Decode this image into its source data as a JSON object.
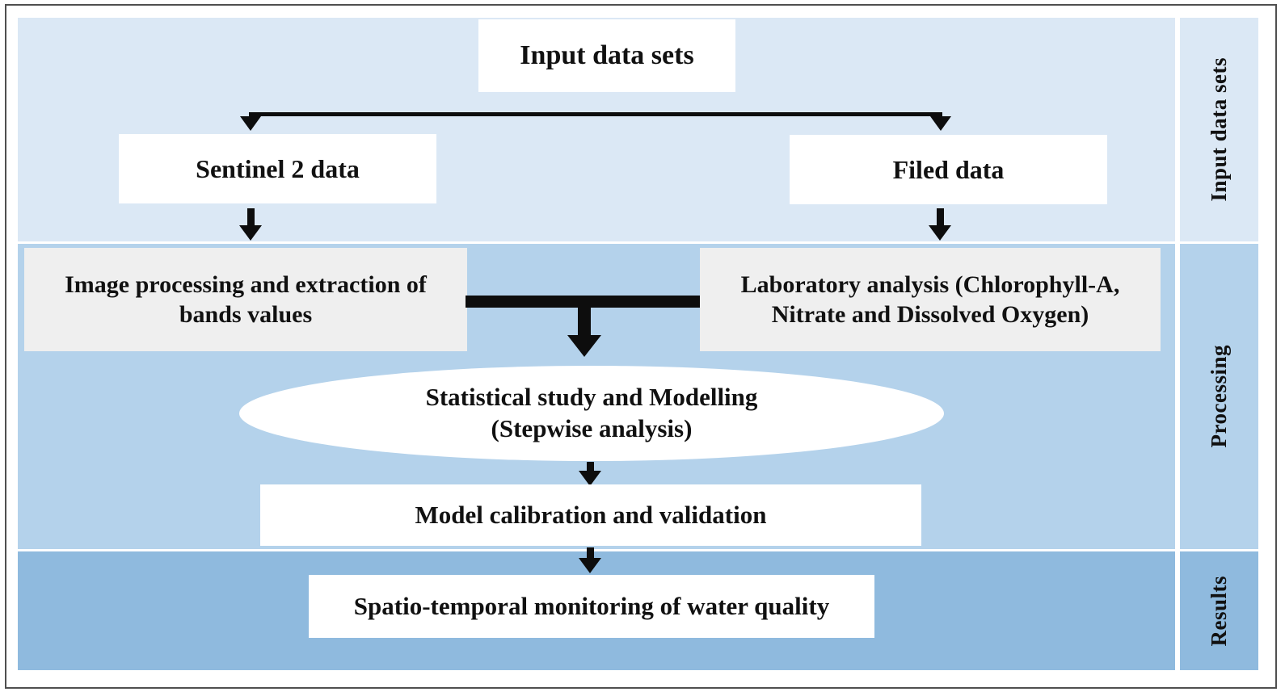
{
  "title": "Input data sets",
  "nodes": {
    "sentinel": "Sentinel 2 data",
    "field": "Filed data",
    "image_processing": "Image processing and extraction of bands values",
    "lab_analysis": "Laboratory analysis (Chlorophyll-A, Nitrate and Dissolved Oxygen)",
    "statistical_line1": "Statistical study and Modelling",
    "statistical_line2": "(Stepwise analysis)",
    "calibration": "Model calibration and validation",
    "monitoring": "Spatio-temporal monitoring of water quality"
  },
  "sidebar": {
    "input_label": "Input data sets",
    "processing_label": "Processing",
    "results_label": "Results"
  },
  "colors": {
    "band_input": "#dbe8f5",
    "band_processing": "#b4d2eb",
    "band_results": "#8fbade",
    "node_gray": "#efefef",
    "arrow": "#0d0d0d"
  }
}
